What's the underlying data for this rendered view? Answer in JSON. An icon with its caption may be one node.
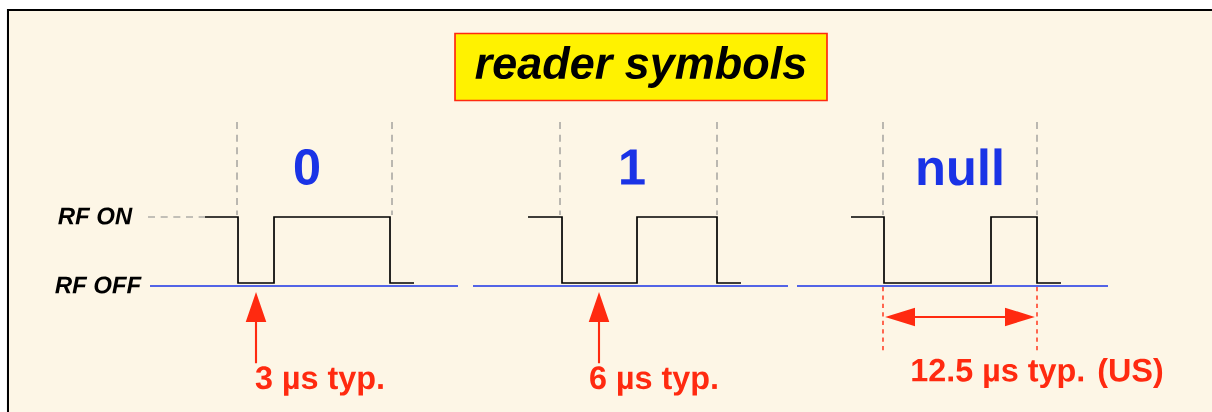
{
  "diagram": {
    "title": "reader symbols",
    "nodes": [
      {
        "text": [
          "3 µs typ."
        ]
      },
      {
        "text": [
          "6 µs typ."
        ]
      }
    ],
    "edges": [
      {
        "from": 0,
        "to": null,
        "arrow": "to"
      },
      {
        "from": 1,
        "to": null,
        "arrow": "to"
      }
    ],
    "labels": [
      "0",
      "1",
      "null",
      "RF ON",
      "RF OFF",
      "12.5 µs typ. (US)"
    ]
  }
}
